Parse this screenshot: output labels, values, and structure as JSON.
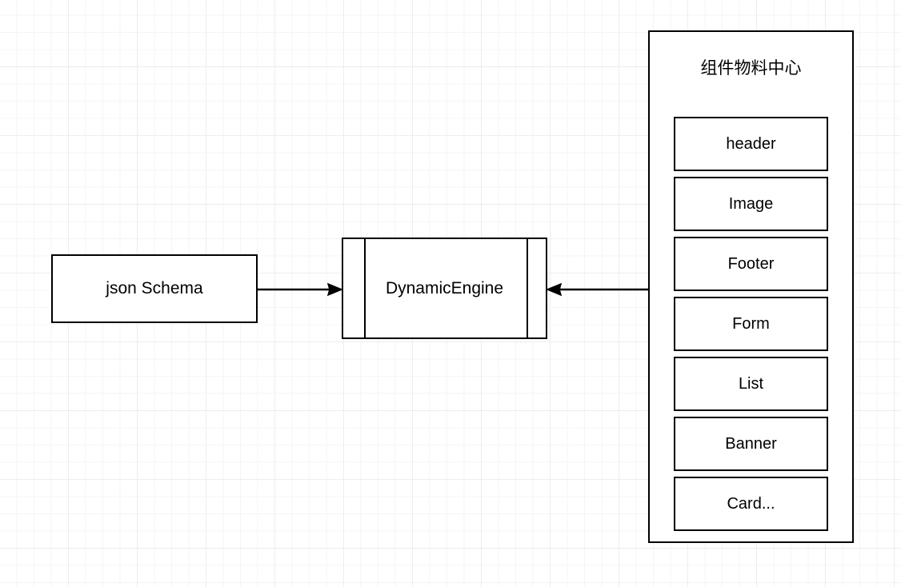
{
  "diagram": {
    "type": "flow-diagram",
    "background": "#ffffff",
    "grid_color_minor": "#f5f5f5",
    "grid_color_major": "#ededed",
    "stroke_color": "#000000",
    "nodes": {
      "json_schema": {
        "label": "json Schema",
        "shape": "rectangle"
      },
      "dynamic_engine": {
        "label": "DynamicEngine",
        "shape": "subroutine"
      }
    },
    "panel": {
      "title": "组件物料中心",
      "items": [
        {
          "label": "header"
        },
        {
          "label": "Image"
        },
        {
          "label": "Footer"
        },
        {
          "label": "Form"
        },
        {
          "label": "List"
        },
        {
          "label": "Banner"
        },
        {
          "label": "Card..."
        }
      ]
    },
    "connectors": [
      {
        "name": "json-schema-to-dynamic-engine",
        "from": "json_schema",
        "to": "dynamic_engine",
        "direction": "right",
        "label": ""
      },
      {
        "name": "material-center-to-dynamic-engine",
        "from": "panel",
        "to": "dynamic_engine",
        "direction": "left",
        "label": ""
      }
    ]
  }
}
